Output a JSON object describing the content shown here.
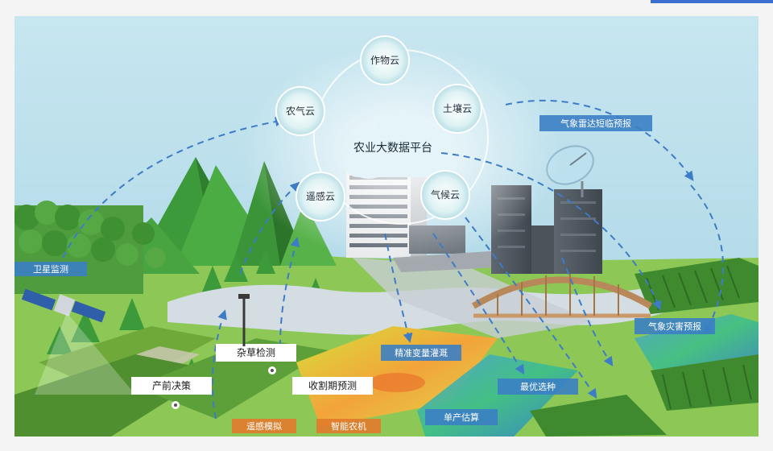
{
  "platform": {
    "hub_label": "农业大数据平台",
    "nodes": [
      "作物云",
      "农气云",
      "土壤云",
      "遥感云",
      "气候云"
    ]
  },
  "labels": {
    "satellite": "卫星监测",
    "radar": "气象雷达短临预报",
    "weed": "杂草检测",
    "decision": "产前决策",
    "harvest_forecast": "收割期预测",
    "irrigation": "精准变量灌溉",
    "seed_selection": "最优选种",
    "yield": "单产估算",
    "disaster": "气象灾害预报",
    "remote_sim": "遥感模拟",
    "smart_machine": "智能农机"
  },
  "colors": {
    "sky": "#bfe2ee",
    "cloud_node": "#dff2f5",
    "label_blue": "#3b7fc4",
    "label_orange": "#e27a2c",
    "grass": "#7fc24a",
    "mountain": "#3d9a3c",
    "water": "#cfd9de"
  }
}
